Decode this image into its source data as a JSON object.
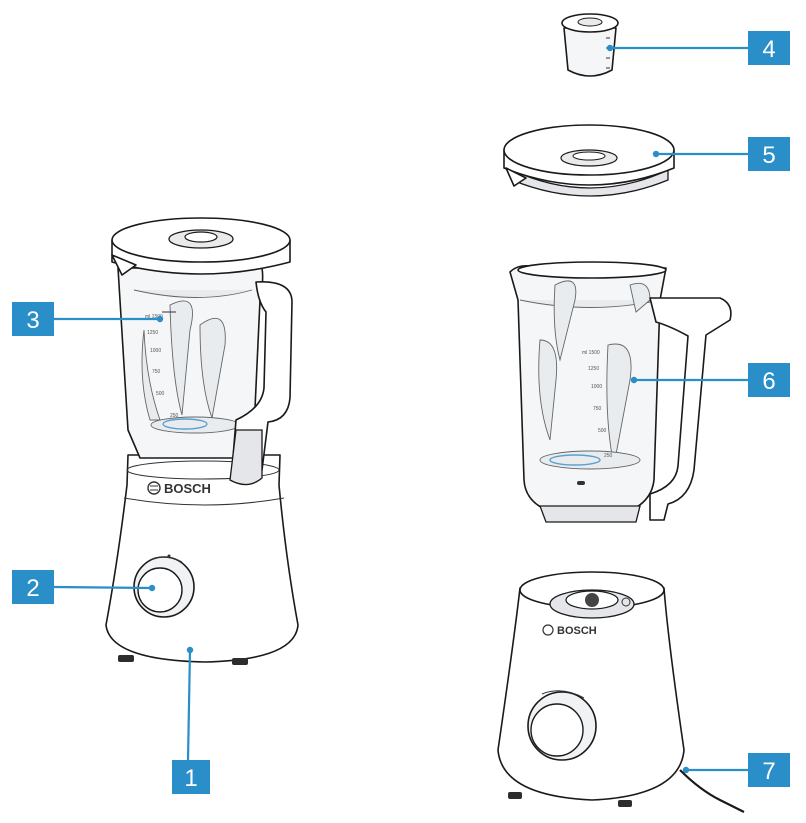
{
  "brand": "BOSCH",
  "accent_color": "#2a8ec8",
  "callouts": [
    {
      "id": "1",
      "label": "1"
    },
    {
      "id": "2",
      "label": "2"
    },
    {
      "id": "3",
      "label": "3"
    },
    {
      "id": "4",
      "label": "4"
    },
    {
      "id": "5",
      "label": "5"
    },
    {
      "id": "6",
      "label": "6"
    },
    {
      "id": "7",
      "label": "7"
    }
  ],
  "scale_marks": [
    "ml 1500",
    "1250",
    "1000",
    "750",
    "500",
    "250"
  ],
  "icons": [
    "bosch-logo-icon",
    "power-cord-icon"
  ]
}
